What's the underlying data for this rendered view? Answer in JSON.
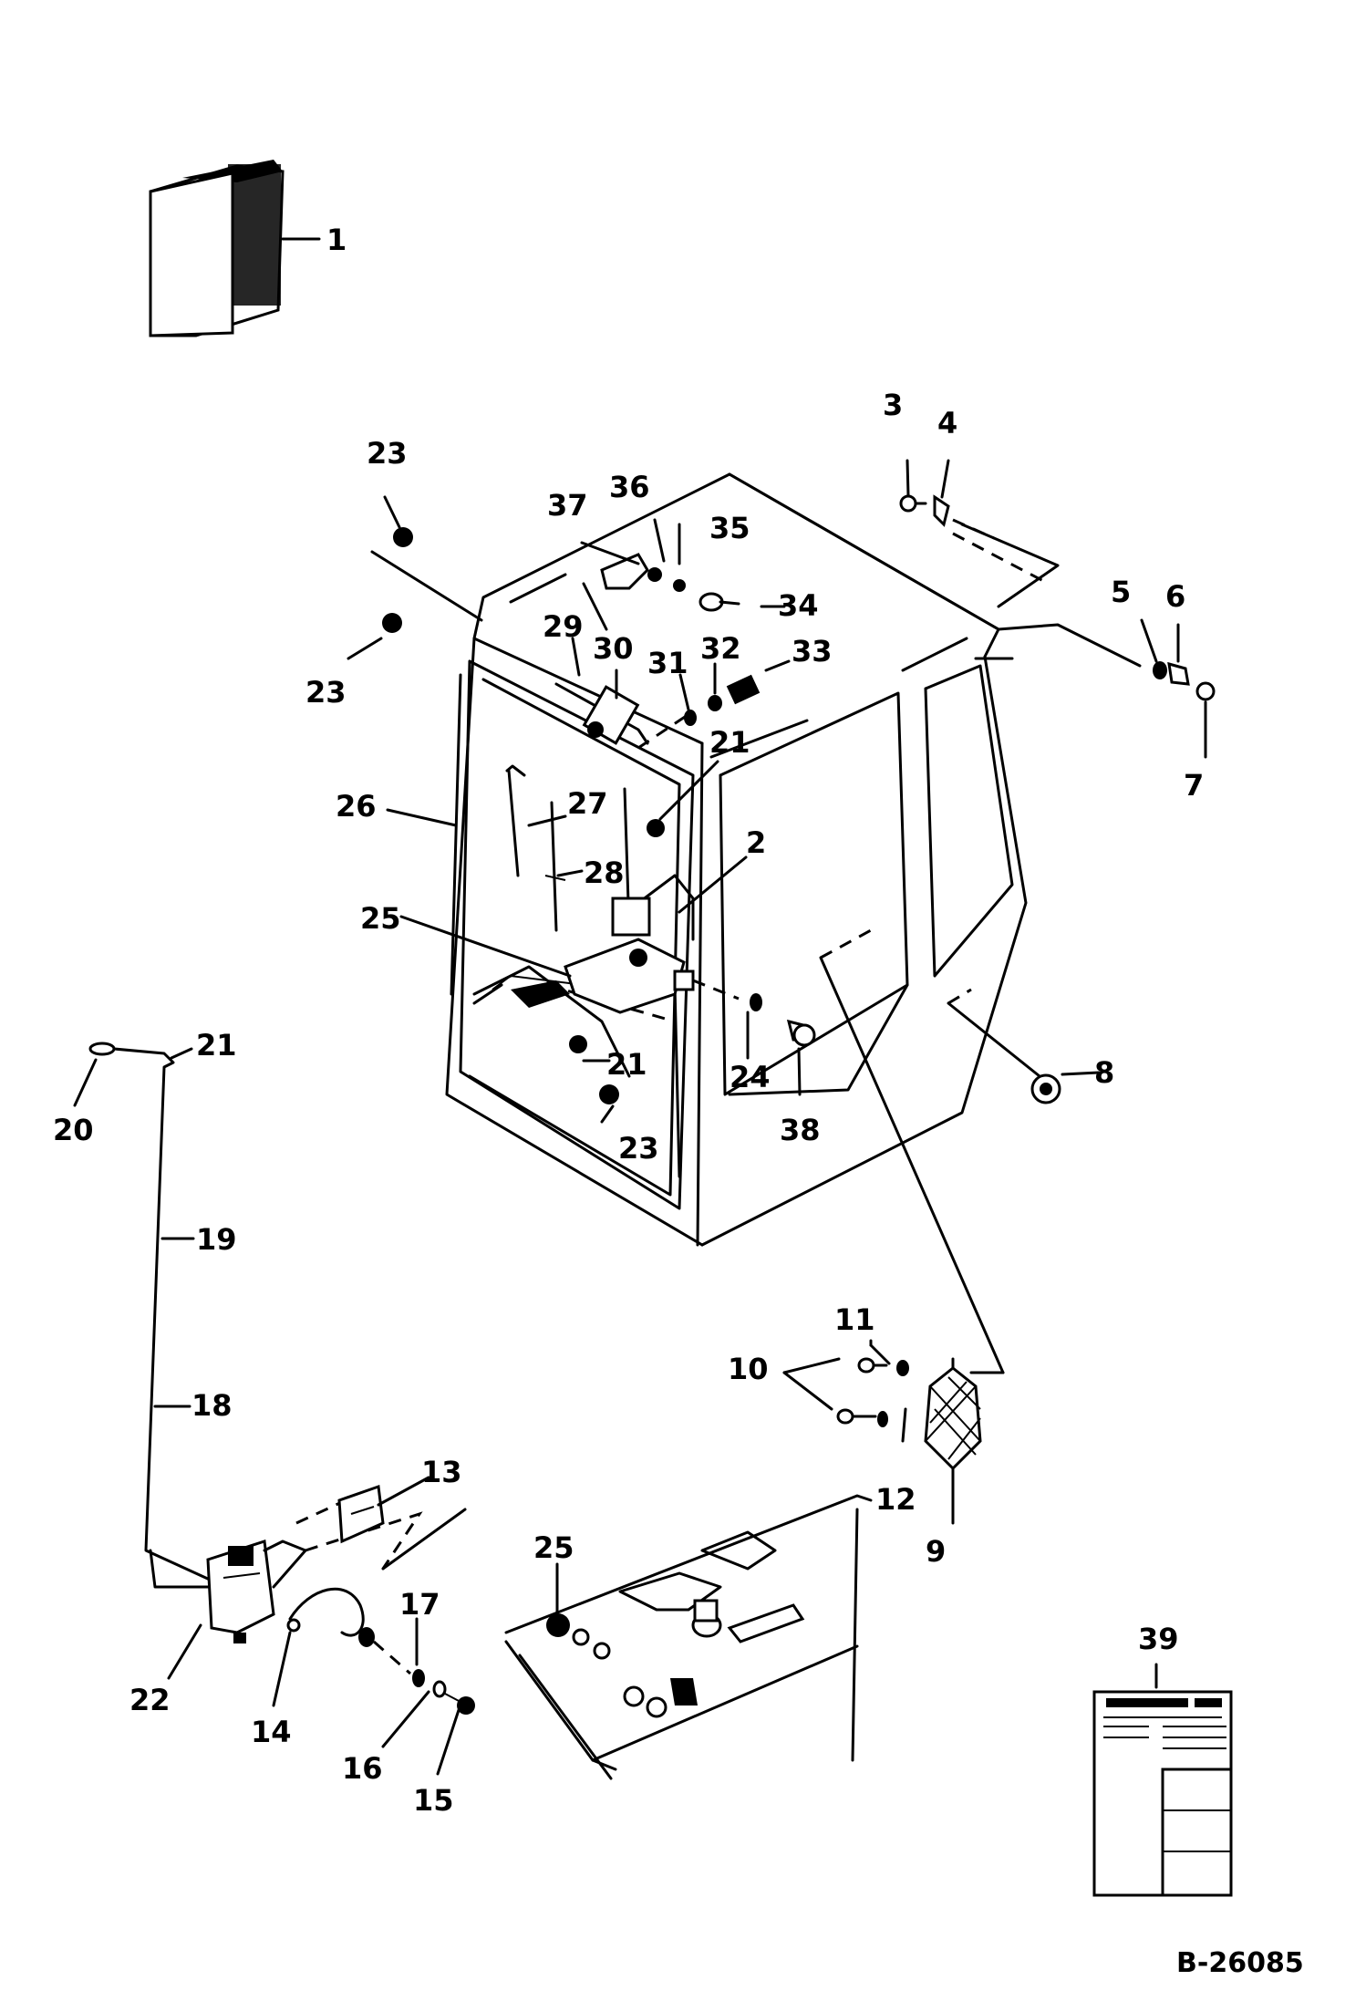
{
  "drawing_code": "B-26085",
  "callouts": [
    {
      "id": "c1",
      "text": "1"
    },
    {
      "id": "c2",
      "text": "2"
    },
    {
      "id": "c3",
      "text": "3"
    },
    {
      "id": "c4",
      "text": "4"
    },
    {
      "id": "c5",
      "text": "5"
    },
    {
      "id": "c6",
      "text": "6"
    },
    {
      "id": "c7",
      "text": "7"
    },
    {
      "id": "c8",
      "text": "8"
    },
    {
      "id": "c9",
      "text": "9"
    },
    {
      "id": "c10",
      "text": "10"
    },
    {
      "id": "c11",
      "text": "11"
    },
    {
      "id": "c12",
      "text": "12"
    },
    {
      "id": "c13",
      "text": "13"
    },
    {
      "id": "c14",
      "text": "14"
    },
    {
      "id": "c15",
      "text": "15"
    },
    {
      "id": "c16",
      "text": "16"
    },
    {
      "id": "c17",
      "text": "17"
    },
    {
      "id": "c18",
      "text": "18"
    },
    {
      "id": "c19",
      "text": "19"
    },
    {
      "id": "c20",
      "text": "20"
    },
    {
      "id": "c21a",
      "text": "21"
    },
    {
      "id": "c21b",
      "text": "21"
    },
    {
      "id": "c21c",
      "text": "21"
    },
    {
      "id": "c22",
      "text": "22"
    },
    {
      "id": "c23a",
      "text": "23"
    },
    {
      "id": "c23b",
      "text": "23"
    },
    {
      "id": "c23c",
      "text": "23"
    },
    {
      "id": "c24",
      "text": "24"
    },
    {
      "id": "c25a",
      "text": "25"
    },
    {
      "id": "c25b",
      "text": "25"
    },
    {
      "id": "c26",
      "text": "26"
    },
    {
      "id": "c27",
      "text": "27"
    },
    {
      "id": "c28",
      "text": "28"
    },
    {
      "id": "c29",
      "text": "29"
    },
    {
      "id": "c30",
      "text": "30"
    },
    {
      "id": "c31",
      "text": "31"
    },
    {
      "id": "c32",
      "text": "32"
    },
    {
      "id": "c33",
      "text": "33"
    },
    {
      "id": "c34",
      "text": "34"
    },
    {
      "id": "c35",
      "text": "35"
    },
    {
      "id": "c36",
      "text": "36"
    },
    {
      "id": "c37",
      "text": "37"
    },
    {
      "id": "c38",
      "text": "38"
    },
    {
      "id": "c39",
      "text": "39"
    }
  ]
}
